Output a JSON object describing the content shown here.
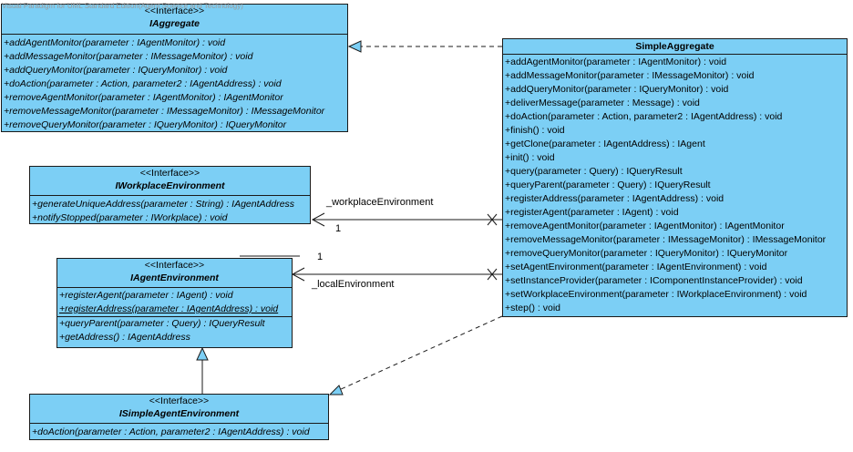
{
  "watermark": "Visual Paradigm for UML Standard Edition(Agent Science and Technology)",
  "classes": {
    "iaggregate": {
      "stereotype": "<<Interface>>",
      "name": "IAggregate",
      "operations": [
        "+addAgentMonitor(parameter : IAgentMonitor) : void",
        "+addMessageMonitor(parameter : IMessageMonitor) : void",
        "+addQueryMonitor(parameter : IQueryMonitor) : void",
        "+doAction(parameter : Action, parameter2 : IAgentAddress) : void",
        "+removeAgentMonitor(parameter : IAgentMonitor) : IAgentMonitor",
        "+removeMessageMonitor(parameter : IMessageMonitor) : IMessageMonitor",
        "+removeQueryMonitor(parameter : IQueryMonitor) : IQueryMonitor"
      ]
    },
    "simple_aggregate": {
      "name": "SimpleAggregate",
      "operations": [
        "+addAgentMonitor(parameter : IAgentMonitor) : void",
        "+addMessageMonitor(parameter : IMessageMonitor) : void",
        "+addQueryMonitor(parameter : IQueryMonitor) : void",
        "+deliverMessage(parameter : Message) : void",
        "+doAction(parameter : Action, parameter2 : IAgentAddress) : void",
        "+finish() : void",
        "+getClone(parameter : IAgentAddress) : IAgent",
        "+init() : void",
        "+query(parameter : Query) : IQueryResult",
        "+queryParent(parameter : Query) : IQueryResult",
        "+registerAddress(parameter : IAgentAddress) : void",
        "+registerAgent(parameter : IAgent) : void",
        "+removeAgentMonitor(parameter : IAgentMonitor) : IAgentMonitor",
        "+removeMessageMonitor(parameter : IMessageMonitor) : IMessageMonitor",
        "+removeQueryMonitor(parameter : IQueryMonitor) : IQueryMonitor",
        "+setAgentEnvironment(parameter : IAgentEnvironment) : void",
        "+setInstanceProvider(parameter : IComponentInstanceProvider) : void",
        "+setWorkplaceEnvironment(parameter : IWorkplaceEnvironment) : void",
        "+step() : void"
      ]
    },
    "iworkplace_environment": {
      "stereotype": "<<Interface>>",
      "name": "IWorkplaceEnvironment",
      "operations": [
        "+generateUniqueAddress(parameter : String) : IAgentAddress",
        "+notifyStopped(parameter : IWorkplace) : void"
      ]
    },
    "iagent_environment": {
      "stereotype": "<<Interface>>",
      "name": "IAgentEnvironment",
      "operations": [
        "+registerAgent(parameter : IAgent) : void",
        "+registerAddress(parameter : IAgentAddress) : void",
        "+queryParent(parameter : Query) : IQueryResult",
        "+getAddress() : IAgentAddress"
      ]
    },
    "isimple_agent_environment": {
      "stereotype": "<<Interface>>",
      "name": "ISimpleAgentEnvironment",
      "operations": [
        "+doAction(parameter : Action, parameter2 : IAgentAddress) : void"
      ]
    }
  },
  "associations": {
    "workplace": {
      "role": "_workplaceEnvironment",
      "multiplicity": "1"
    },
    "local": {
      "role": "_localEnvironment",
      "multiplicity": "1"
    }
  },
  "colors": {
    "class_fill": "#7ccff5",
    "line": "#1a1a1a"
  }
}
